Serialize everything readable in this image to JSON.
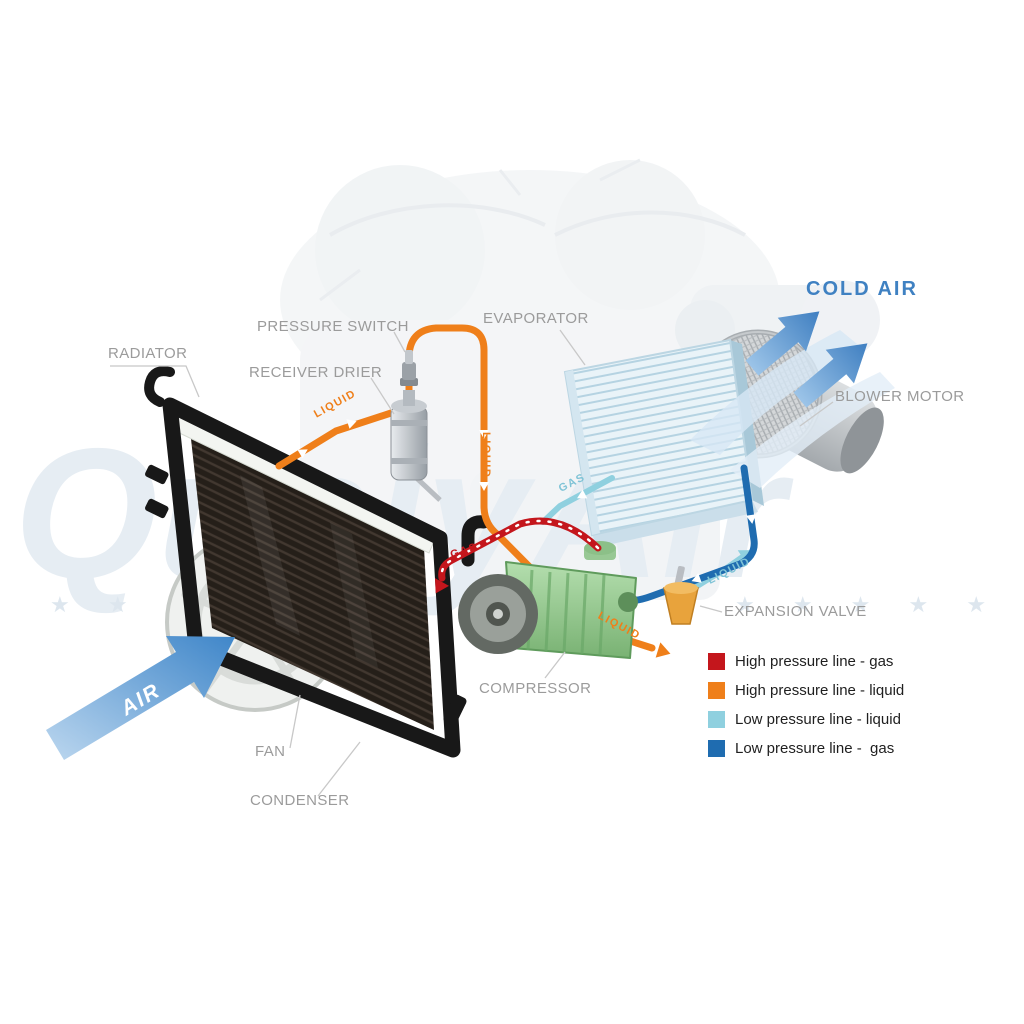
{
  "watermark": {
    "text": "QualyAir",
    "stars_left": "★ ★ ★ ★",
    "stars_right": "★ ★ ★ ★ ★"
  },
  "labels": {
    "radiator": "RADIATOR",
    "pressure_switch": "PRESSURE SWITCH",
    "receiver_drier": "RECEIVER DRIER",
    "evaporator": "EVAPORATOR",
    "cold_air": "COLD AIR",
    "blower_motor": "BLOWER MOTOR",
    "expansion_valve": "EXPANSION VALVE",
    "compressor": "COMPRESSOR",
    "fan": "FAN",
    "condenser": "CONDENSER",
    "air": "AIR"
  },
  "pipe_labels": {
    "liquid_condenser_to_drier": "LIQUID",
    "liquid_drop": "LIQUID",
    "gas_evaporator_out": "GAS",
    "gas_compressor_out": "GAS",
    "liquid_to_evaporator": "LIQUID",
    "liquid_to_expansion_valve": "LIQUID"
  },
  "legend": {
    "items": [
      {
        "label": "High pressure line - gas",
        "color": "#c4161c"
      },
      {
        "label": "High pressure line - liquid",
        "color": "#ef7f1a"
      },
      {
        "label": "Low pressure line - liquid",
        "color": "#8fd0df"
      },
      {
        "label": "Low pressure line -  gas",
        "color": "#1f6cb0"
      }
    ]
  }
}
